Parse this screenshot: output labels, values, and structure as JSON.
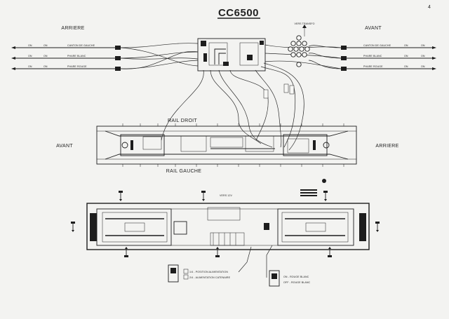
{
  "diagram": {
    "title": "CC6500",
    "page_mark": "4",
    "top": {
      "rear_label": "ARRIERE",
      "front_label": "AVANT",
      "connector_label": "VERS TRANSFO",
      "left_wires": [
        {
          "tag1": "ON",
          "tag2": "ON",
          "name": "CANTON DE GAUCHE"
        },
        {
          "tag1": "ON",
          "tag2": "ON",
          "name": "PHARE BLANC"
        },
        {
          "tag1": "ON",
          "tag2": "ON",
          "name": "PHARE ROUGE"
        }
      ],
      "right_wires": [
        {
          "name": "CANTON DE GAUCHE",
          "tag1": "ON",
          "tag2": "ON"
        },
        {
          "name": "PHARE BLANC",
          "tag1": "ON",
          "tag2": "ON"
        },
        {
          "name": "PHARE ROUGE",
          "tag1": "ON",
          "tag2": "ON"
        }
      ]
    },
    "middle": {
      "rail_top": "RAIL DROIT",
      "rail_bottom": "RAIL GAUCHE",
      "left_end": "AVANT",
      "right_end": "ARRIERE"
    },
    "bottom": {
      "chassis_label": "VERS 12V",
      "note_left_1": "1/4 - POSITION ALIMENTATION",
      "note_left_2": "2/4 - ALIMENTATION CATENAIRE",
      "note_right_1": "ON - ROUGE BLANC",
      "note_right_2": "OFF - ROUGE BLANC"
    }
  }
}
